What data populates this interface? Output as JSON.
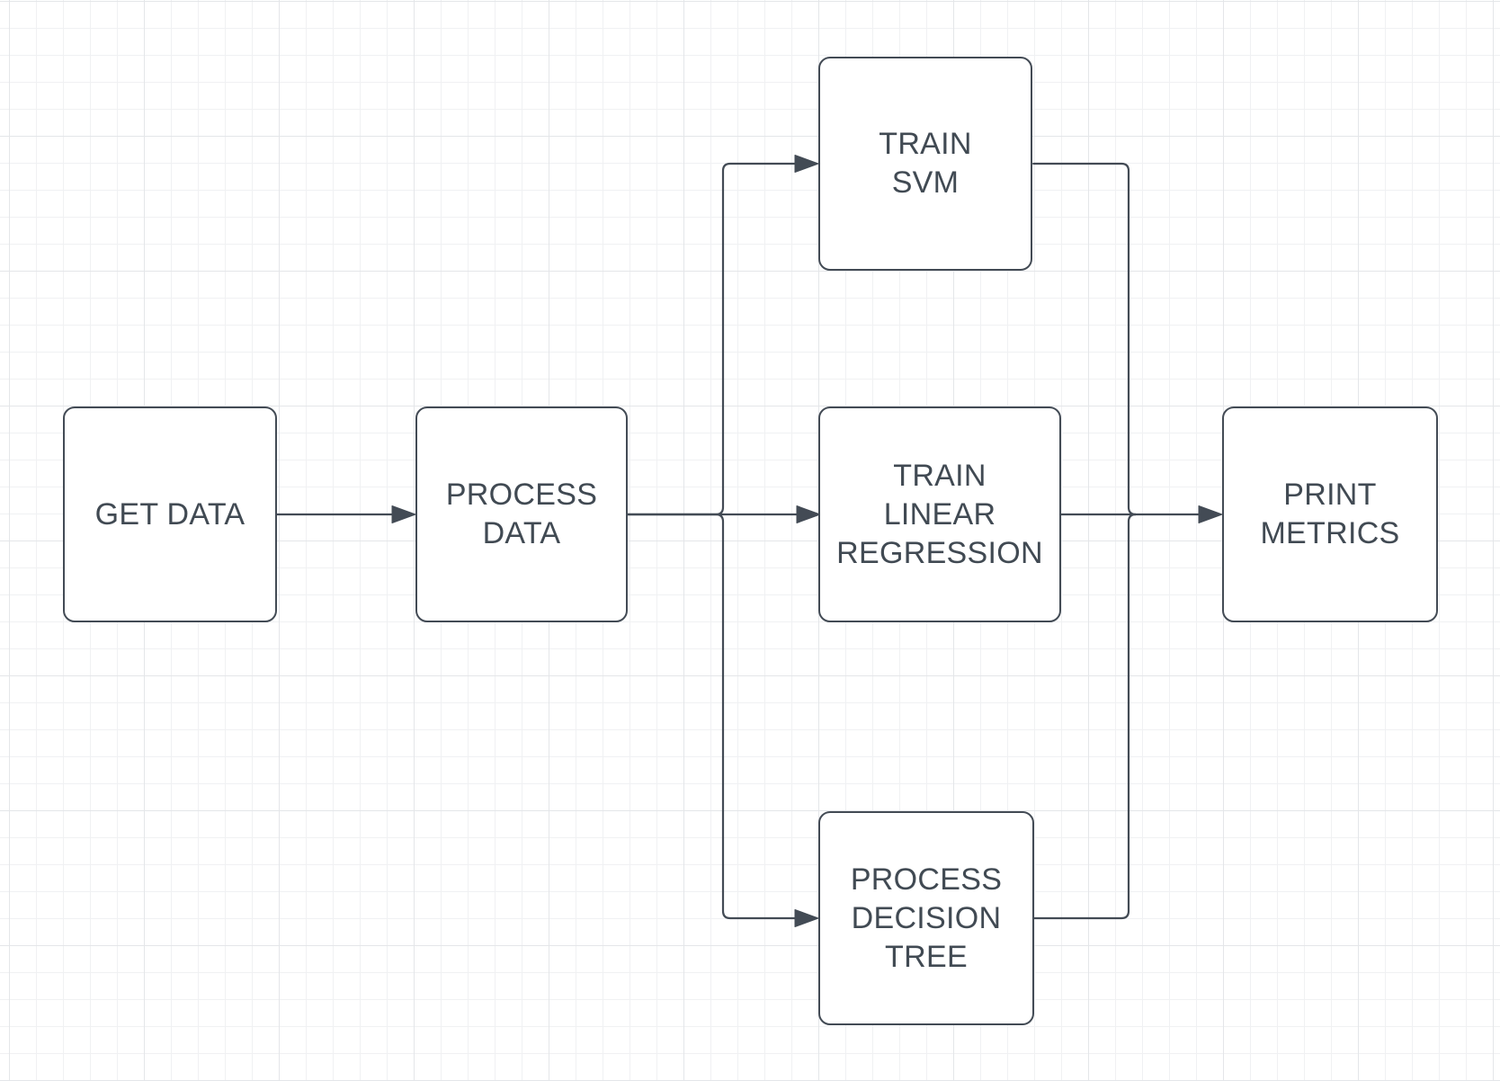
{
  "diagram": {
    "type": "flowchart",
    "nodes": [
      {
        "id": "get-data",
        "label": "GET DATA"
      },
      {
        "id": "process-data",
        "label": "PROCESS\nDATA"
      },
      {
        "id": "train-svm",
        "label": "TRAIN\nSVM"
      },
      {
        "id": "train-linear-regression",
        "label": "TRAIN\nLINEAR\nREGRESSION"
      },
      {
        "id": "process-decision-tree",
        "label": "PROCESS\nDECISION\nTREE"
      },
      {
        "id": "print-metrics",
        "label": "PRINT\nMETRICS"
      }
    ],
    "edges": [
      {
        "from": "get-data",
        "to": "process-data"
      },
      {
        "from": "process-data",
        "to": "train-svm"
      },
      {
        "from": "process-data",
        "to": "train-linear-regression"
      },
      {
        "from": "process-data",
        "to": "process-decision-tree"
      },
      {
        "from": "train-svm",
        "to": "print-metrics"
      },
      {
        "from": "train-linear-regression",
        "to": "print-metrics"
      },
      {
        "from": "process-decision-tree",
        "to": "print-metrics"
      }
    ],
    "colors": {
      "stroke": "#434b55",
      "text": "#414a53",
      "node_fill": "#ffffff",
      "background": "#ffffff",
      "grid_minor": "#f0f1f3",
      "grid_major": "#e4e6e9"
    }
  }
}
